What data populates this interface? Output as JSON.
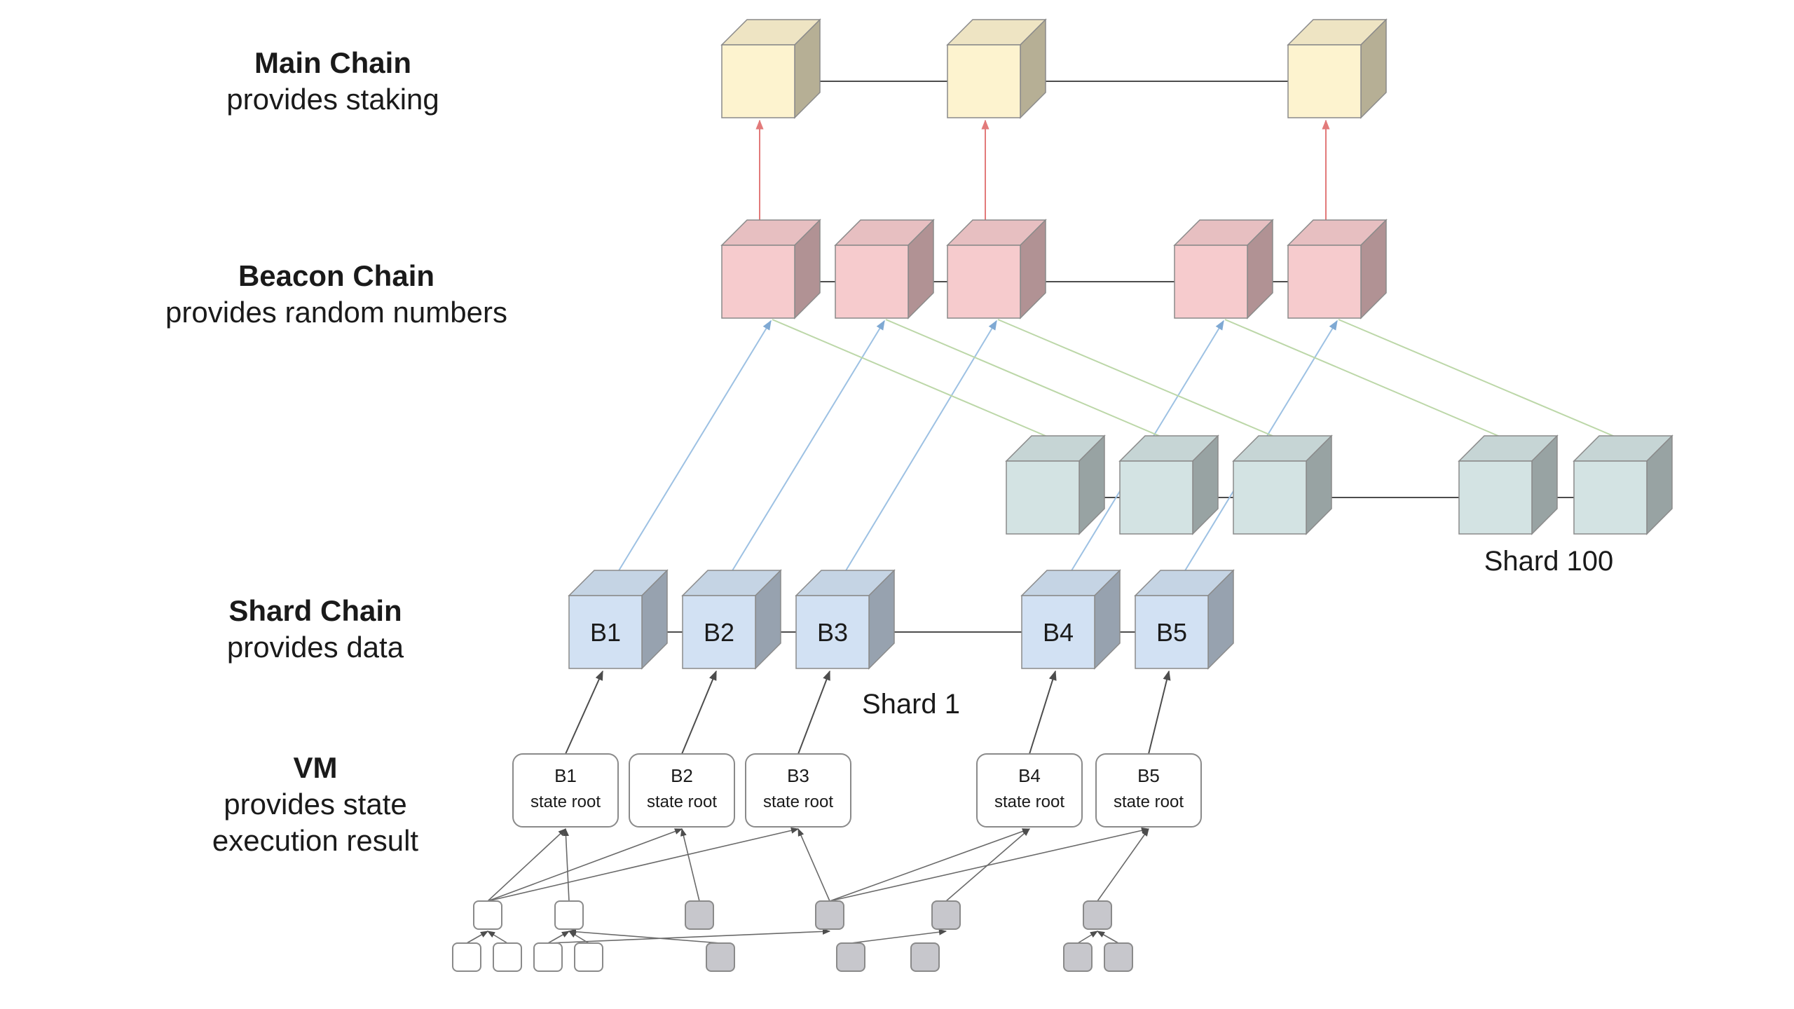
{
  "layers": {
    "main": {
      "title": "Main Chain",
      "subtitle": "provides staking"
    },
    "beacon": {
      "title": "Beacon Chain",
      "subtitle": "provides random numbers"
    },
    "shard": {
      "title": "Shard Chain",
      "subtitle": "provides data"
    },
    "vm": {
      "title": "VM",
      "subtitle": "provides state",
      "subtitle2": "execution result"
    }
  },
  "shard_labels": {
    "shard1": "Shard 1",
    "shard100": "Shard 100"
  },
  "shard_blocks": [
    "B1",
    "B2",
    "B3",
    "B4",
    "B5"
  ],
  "state_roots": [
    {
      "block": "B1",
      "label": "state root"
    },
    {
      "block": "B2",
      "label": "state root"
    },
    {
      "block": "B3",
      "label": "state root"
    },
    {
      "block": "B4",
      "label": "state root"
    },
    {
      "block": "B5",
      "label": "state root"
    }
  ],
  "colors": {
    "main": "#fdf3cf",
    "beacon": "#f6cbcd",
    "shard1": "#d2e1f3",
    "shard100": "#d3e3e3",
    "tx_filled": "#c7c7cc",
    "tx_empty": "#ffffff",
    "red_link": "#e27a7a",
    "blue_link": "#9dc1e3",
    "green_link": "#bcd7a8",
    "chain_link": "#4d4d4d"
  }
}
